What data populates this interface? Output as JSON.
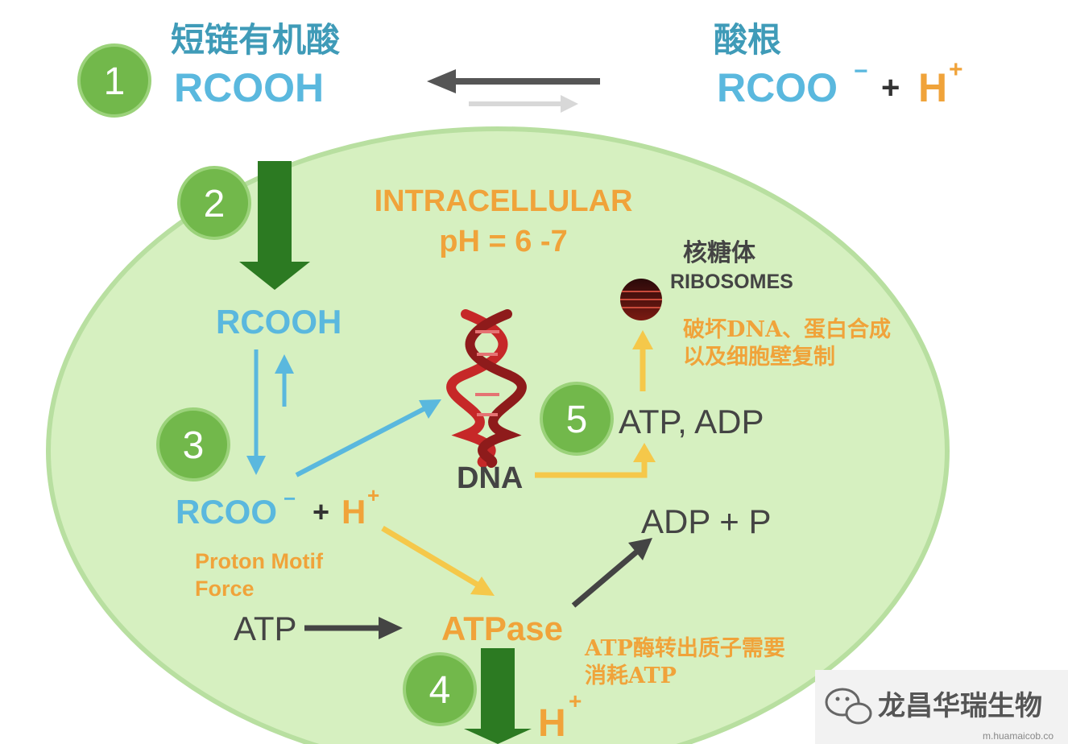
{
  "colors": {
    "teal": "#3f9bb8",
    "blue": "#5ab8de",
    "orange": "#f0a33a",
    "dark_green": "#2c7a22",
    "circle_green": "#72b84b",
    "cell_fill": "#d6f0c0",
    "gray_text": "#444444",
    "yellow_arrow": "#f5c84a",
    "dna_red": "#c62828"
  },
  "top": {
    "acid_label_cn": "短链有机酸",
    "acid_formula": "RCOOH",
    "anion_label_cn": "酸根",
    "anion_formula": "RCOO",
    "anion_charge": "−",
    "plus": "+",
    "proton": "H",
    "proton_charge": "+"
  },
  "steps": [
    "1",
    "2",
    "3",
    "4",
    "5"
  ],
  "cell": {
    "region_title": "INTRACELLULAR",
    "region_ph": "pH = 6 -7",
    "inner_acid": "RCOOH",
    "inner_anion": "RCOO",
    "inner_anion_charge": "−",
    "inner_plus": "+",
    "inner_proton": "H",
    "inner_proton_charge": "+",
    "pmf_line1": "Proton Motif",
    "pmf_line2": "Force",
    "dna_label": "DNA",
    "ribosome_cn": "核糖体",
    "ribosome_en": "RIBOSOMES",
    "damage_line1": "破坏DNA、蛋白合成",
    "damage_line2": "以及细胞壁复制",
    "atp_adp": "ATP, ADP",
    "adp_p": "ADP + P",
    "atp": "ATP",
    "atpase": "ATPase",
    "atpase_note_line1": "ATP酶转出质子需要",
    "atpase_note_line2": "消耗ATP",
    "bottom_proton": "H",
    "bottom_proton_charge": "+"
  },
  "watermark": {
    "text": "龙昌华瑞生物",
    "url": "m.huamaicob.co"
  }
}
